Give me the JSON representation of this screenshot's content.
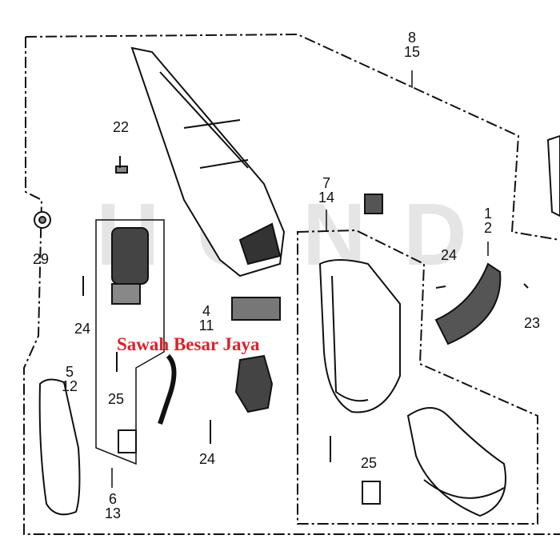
{
  "diagram": {
    "callouts": [
      {
        "id": "c8-15",
        "lines": [
          "8",
          "15"
        ]
      },
      {
        "id": "c22",
        "lines": [
          "22"
        ]
      },
      {
        "id": "c29",
        "lines": [
          "29"
        ]
      },
      {
        "id": "c7-14",
        "lines": [
          "7",
          "14"
        ]
      },
      {
        "id": "c1-2",
        "lines": [
          "1",
          "2"
        ]
      },
      {
        "id": "c24a",
        "lines": [
          "24"
        ]
      },
      {
        "id": "c23",
        "lines": [
          "23"
        ]
      },
      {
        "id": "c24b",
        "lines": [
          "24"
        ]
      },
      {
        "id": "c4-11",
        "lines": [
          "4",
          "11"
        ]
      },
      {
        "id": "c5-12",
        "lines": [
          "5",
          "12"
        ]
      },
      {
        "id": "c25a",
        "lines": [
          "25"
        ]
      },
      {
        "id": "c24c",
        "lines": [
          "24"
        ]
      },
      {
        "id": "c25b",
        "lines": [
          "25"
        ]
      },
      {
        "id": "c6-13",
        "lines": [
          "6",
          "13"
        ]
      }
    ],
    "watermark_text": "Sawah Besar Jaya",
    "logo_text": "HONDA",
    "watermark_color": "#e0202a"
  }
}
